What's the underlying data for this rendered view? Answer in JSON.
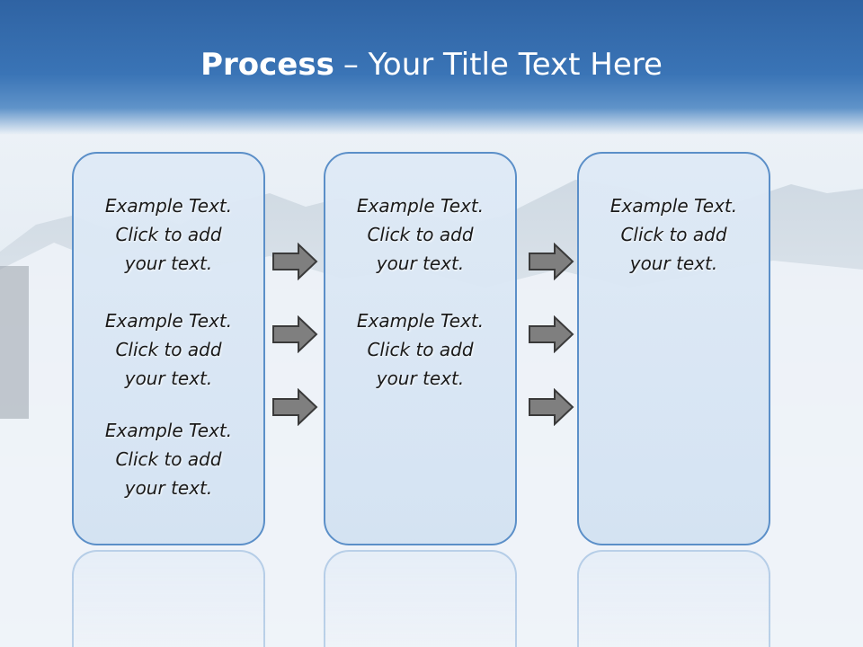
{
  "title": {
    "bold": "Process",
    "rest": "– Your Title Text Here"
  },
  "columns": [
    {
      "blocks": [
        {
          "line1": "Example Text.",
          "line2": "Click  to add",
          "line3": "your text."
        },
        {
          "line1": "Example Text.",
          "line2": "Click  to add",
          "line3": "your text."
        },
        {
          "line1": "Example Text.",
          "line2": "Click  to add",
          "line3": "your text."
        }
      ]
    },
    {
      "blocks": [
        {
          "line1": "Example Text.",
          "line2": "Click  to add",
          "line3": "your text."
        },
        {
          "line1": "Example Text.",
          "line2": "Click  to add",
          "line3": "your text."
        }
      ]
    },
    {
      "blocks": [
        {
          "line1": "Example Text.",
          "line2": "Click  to add",
          "line3": "your text."
        }
      ]
    }
  ],
  "colors": {
    "header": "#3a74b6",
    "box_border": "#5b8fc8",
    "arrow_fill": "#7f7f7f",
    "arrow_stroke": "#3a3a3a"
  }
}
